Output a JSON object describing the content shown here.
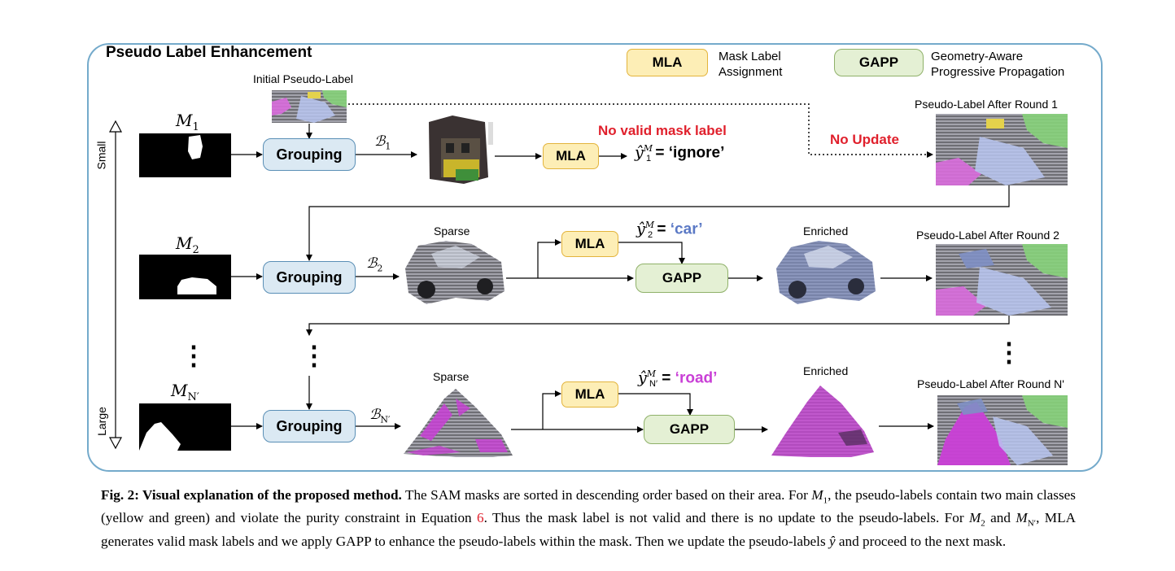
{
  "panel": {
    "title": "Pseudo Label Enhancement"
  },
  "legend": {
    "mla_abbr": "MLA",
    "mla_desc_1": "Mask Label",
    "mla_desc_2": "Assignment",
    "gapp_abbr": "GAPP",
    "gapp_desc_1": "Geometry-Aware",
    "gapp_desc_2": "Progressive Propagation"
  },
  "axis": {
    "small": "Small",
    "large": "Large",
    "ellipsis": "⋮"
  },
  "initial": {
    "label": "Initial Pseudo-Label"
  },
  "rows": [
    {
      "mask": "M",
      "mask_sub": "1",
      "grouping": "Grouping",
      "b_sym": "ℬ",
      "b_sub": "1",
      "mla": "MLA",
      "invalid": "No valid mask label",
      "pred_pre": "ŷ",
      "pred_sup": "M",
      "pred_sub": "1",
      "pred_eq": " = ",
      "pred_value": "‘ignore’",
      "no_update": "No Update",
      "after": "Pseudo-Label After Round 1"
    },
    {
      "mask": "M",
      "mask_sub": "2",
      "grouping": "Grouping",
      "b_sym": "ℬ",
      "b_sub": "2",
      "sparse": "Sparse",
      "mla": "MLA",
      "gapp": "GAPP",
      "pred_pre": "ŷ",
      "pred_sup": "M",
      "pred_sub": "2",
      "pred_eq": " = ",
      "pred_value": "‘car’",
      "enriched": "Enriched",
      "after": "Pseudo-Label After Round 2"
    },
    {
      "mask": "M",
      "mask_sub": "N′",
      "grouping": "Grouping",
      "b_sym": "ℬ",
      "b_sub": "N′",
      "sparse": "Sparse",
      "mla": "MLA",
      "gapp": "GAPP",
      "pred_pre": "ŷ",
      "pred_sup": "M",
      "pred_sub": "N′",
      "pred_eq": " = ",
      "pred_value": "‘road’",
      "enriched": "Enriched",
      "after": "Pseudo-Label After Round N'"
    }
  ],
  "colors": {
    "car": "#5b79c5",
    "road": "#c93fd6",
    "red": "#e0202c",
    "panel_border": "#74aacb"
  },
  "caption": {
    "bold": "Fig. 2: Visual explanation of the proposed method.",
    "t1": " The SAM masks are sorted in descending order based on their area. For ",
    "m1": "M",
    "m1_sub": "1",
    "t2": ", the pseudo-labels contain two main classes (yellow and green) and violate the purity constraint in Equation ",
    "eq": "6",
    "t3": ". Thus the mask label is not valid and there is no update to the pseudo-labels. For ",
    "m2": "M",
    "m2_sub": "2",
    "t4": " and ",
    "m3": "M",
    "m3_sub": "N′",
    "t5": ", MLA generates valid mask labels and we apply GAPP to enhance the pseudo-labels within the mask. Then we update the pseudo-labels ",
    "y": "ŷ",
    "t6": " and proceed to the next mask."
  }
}
